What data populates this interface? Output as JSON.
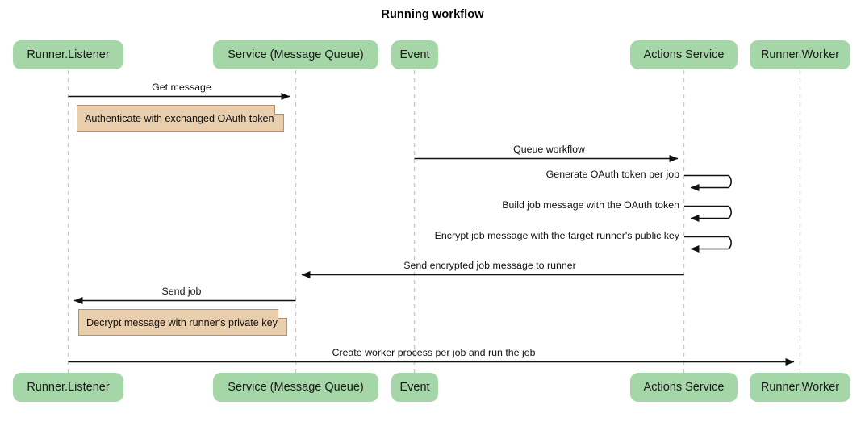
{
  "diagram": {
    "type": "sequence-diagram",
    "title": "Running workflow",
    "colors": {
      "participant_fill": "#a5d6a7",
      "note_fill": "#e8cead",
      "note_border": "#b59372",
      "lifeline": "#c8c8c8",
      "arrow": "#111111",
      "background": "#ffffff"
    }
  },
  "participants": [
    {
      "id": "runner-listener",
      "label": "Runner.Listener"
    },
    {
      "id": "service-queue",
      "label": "Service (Message Queue)"
    },
    {
      "id": "event",
      "label": "Event"
    },
    {
      "id": "actions-service",
      "label": "Actions Service"
    },
    {
      "id": "runner-worker",
      "label": "Runner.Worker"
    }
  ],
  "messages": [
    {
      "id": "m1",
      "label": "Get message",
      "from": "runner-listener",
      "to": "service-queue",
      "kind": "arrow"
    },
    {
      "id": "m2",
      "label": "Queue workflow",
      "from": "event",
      "to": "actions-service",
      "kind": "arrow"
    },
    {
      "id": "m3",
      "label": "Generate OAuth token per job",
      "from": "actions-service",
      "to": "actions-service",
      "kind": "self-loop"
    },
    {
      "id": "m4",
      "label": "Build job message with the OAuth token",
      "from": "actions-service",
      "to": "actions-service",
      "kind": "self-loop"
    },
    {
      "id": "m5",
      "label": "Encrypt job message with the target runner's public key",
      "from": "actions-service",
      "to": "actions-service",
      "kind": "self-loop"
    },
    {
      "id": "m6",
      "label": "Send encrypted job message to runner",
      "from": "actions-service",
      "to": "service-queue",
      "kind": "arrow"
    },
    {
      "id": "m7",
      "label": "Send job",
      "from": "service-queue",
      "to": "runner-listener",
      "kind": "arrow"
    },
    {
      "id": "m8",
      "label": "Create worker process per job and run the job",
      "from": "runner-listener",
      "to": "runner-worker",
      "kind": "arrow"
    }
  ],
  "notes": [
    {
      "id": "n1",
      "label": "Authenticate with exchanged OAuth token",
      "attached_to": "runner-listener"
    },
    {
      "id": "n2",
      "label": "Decrypt message with runner's private key",
      "attached_to": "runner-listener"
    }
  ]
}
